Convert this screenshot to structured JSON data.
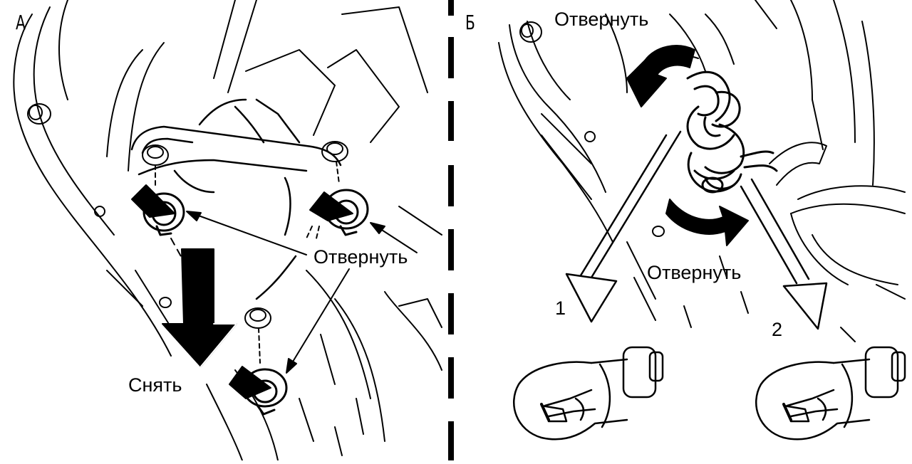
{
  "panel_a": {
    "letter": "А",
    "label_unscrew": "Отвернуть",
    "label_remove": "Снять"
  },
  "panel_b": {
    "letter": "Б",
    "label_unscrew_top": "Отвернуть",
    "label_unscrew_bottom": "Отвернуть",
    "bulb_1_number": "1",
    "bulb_2_number": "2"
  },
  "colors": {
    "ink": "#000000",
    "paper": "#ffffff"
  }
}
